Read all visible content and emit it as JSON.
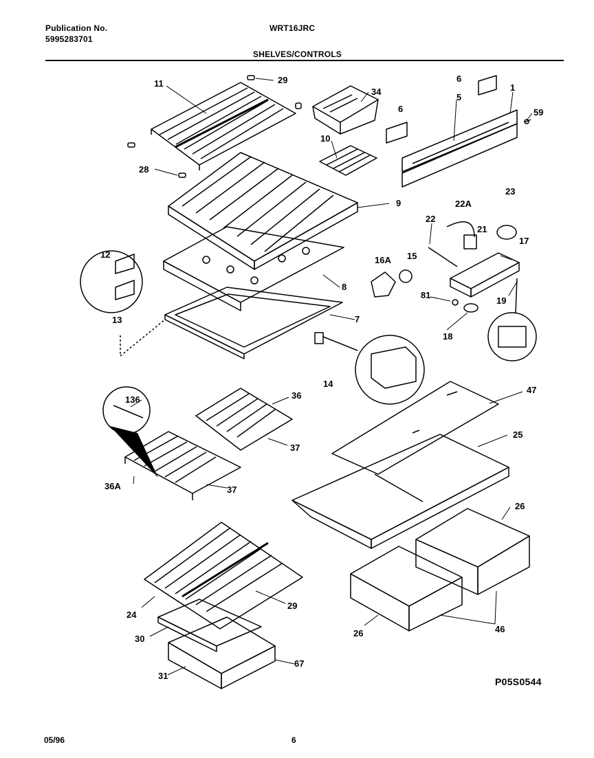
{
  "header": {
    "publication_label": "Publication No.",
    "publication_number": "5995283701",
    "model": "WRT16JRC",
    "section_title": "SHELVES/CONTROLS"
  },
  "callouts": [
    "11",
    "29",
    "34",
    "6",
    "5",
    "1",
    "59",
    "6",
    "10",
    "28",
    "9",
    "22A",
    "23",
    "22",
    "21",
    "17",
    "12",
    "16A",
    "15",
    "8",
    "81",
    "19",
    "13",
    "7",
    "18",
    "14",
    "136",
    "36",
    "47",
    "25",
    "37",
    "36A",
    "37",
    "26",
    "24",
    "29",
    "30",
    "26",
    "46",
    "31",
    "67"
  ],
  "diagram_code": "P05S0544",
  "footer": {
    "date": "05/96",
    "page": "6"
  }
}
